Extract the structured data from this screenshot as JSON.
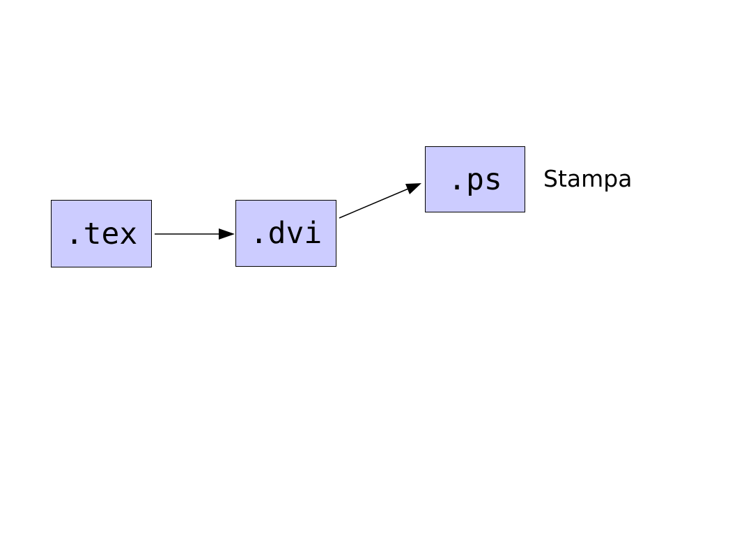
{
  "diagram": {
    "title": "latex-workflow-diagram",
    "colors": {
      "background": "#ffffff",
      "node_fill": "#ccccff",
      "node_border": "#000000",
      "edge": "#000000",
      "text": "#000000"
    },
    "nodes": [
      {
        "id": "tex",
        "label": ".tex"
      },
      {
        "id": "dvi",
        "label": ".dvi"
      },
      {
        "id": "ps",
        "label": ".ps"
      }
    ],
    "edges": [
      {
        "from": "tex",
        "to": "dvi",
        "style": "solid-arrow"
      },
      {
        "from": "dvi",
        "to": "ps",
        "style": "solid-arrow"
      }
    ],
    "annotation": {
      "label": "Stampa"
    }
  }
}
